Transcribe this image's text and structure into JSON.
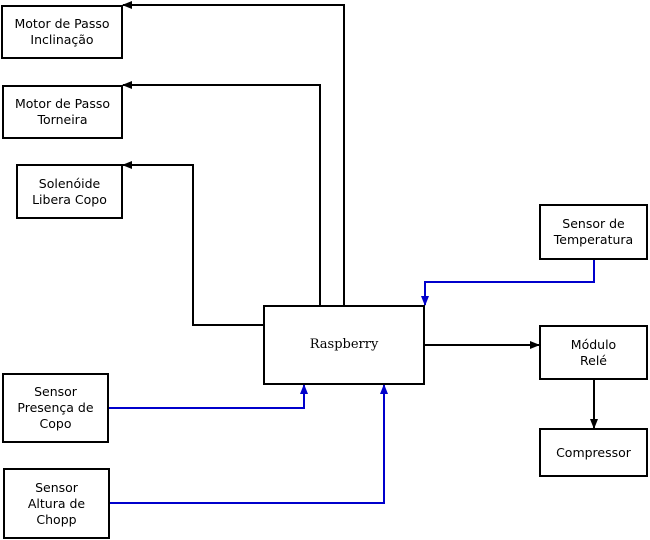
{
  "colors": {
    "outline": "#000000",
    "control_arrow": "#000000",
    "sensor_arrow": "#0000cc",
    "background": "#ffffff"
  },
  "blocks": {
    "motor_inclinacao": {
      "lines": [
        "Motor de Passo",
        "Inclinação"
      ]
    },
    "motor_torneira": {
      "lines": [
        "Motor de Passo",
        "Torneira"
      ]
    },
    "solenoide": {
      "lines": [
        "Solenóide",
        "Libera Copo"
      ]
    },
    "raspberry": {
      "lines": [
        "Raspberry"
      ]
    },
    "sensor_temperatura": {
      "lines": [
        "Sensor de",
        "Temperatura"
      ]
    },
    "modulo_rele": {
      "lines": [
        "Módulo",
        "Relé"
      ]
    },
    "compressor": {
      "lines": [
        "Compressor"
      ]
    },
    "sensor_presenca": {
      "lines": [
        "Sensor",
        "Presença de",
        "Copo"
      ]
    },
    "sensor_altura": {
      "lines": [
        "Sensor",
        "Altura de",
        "Chopp"
      ]
    }
  },
  "connections": [
    {
      "from": "raspberry",
      "to": "motor_inclinacao",
      "kind": "control"
    },
    {
      "from": "raspberry",
      "to": "motor_torneira",
      "kind": "control"
    },
    {
      "from": "raspberry",
      "to": "solenoide",
      "kind": "control"
    },
    {
      "from": "sensor_temperatura",
      "to": "raspberry",
      "kind": "sensor"
    },
    {
      "from": "raspberry",
      "to": "modulo_rele",
      "kind": "control"
    },
    {
      "from": "modulo_rele",
      "to": "compressor",
      "kind": "control"
    },
    {
      "from": "sensor_presenca",
      "to": "raspberry",
      "kind": "sensor"
    },
    {
      "from": "sensor_altura",
      "to": "raspberry",
      "kind": "sensor"
    }
  ]
}
